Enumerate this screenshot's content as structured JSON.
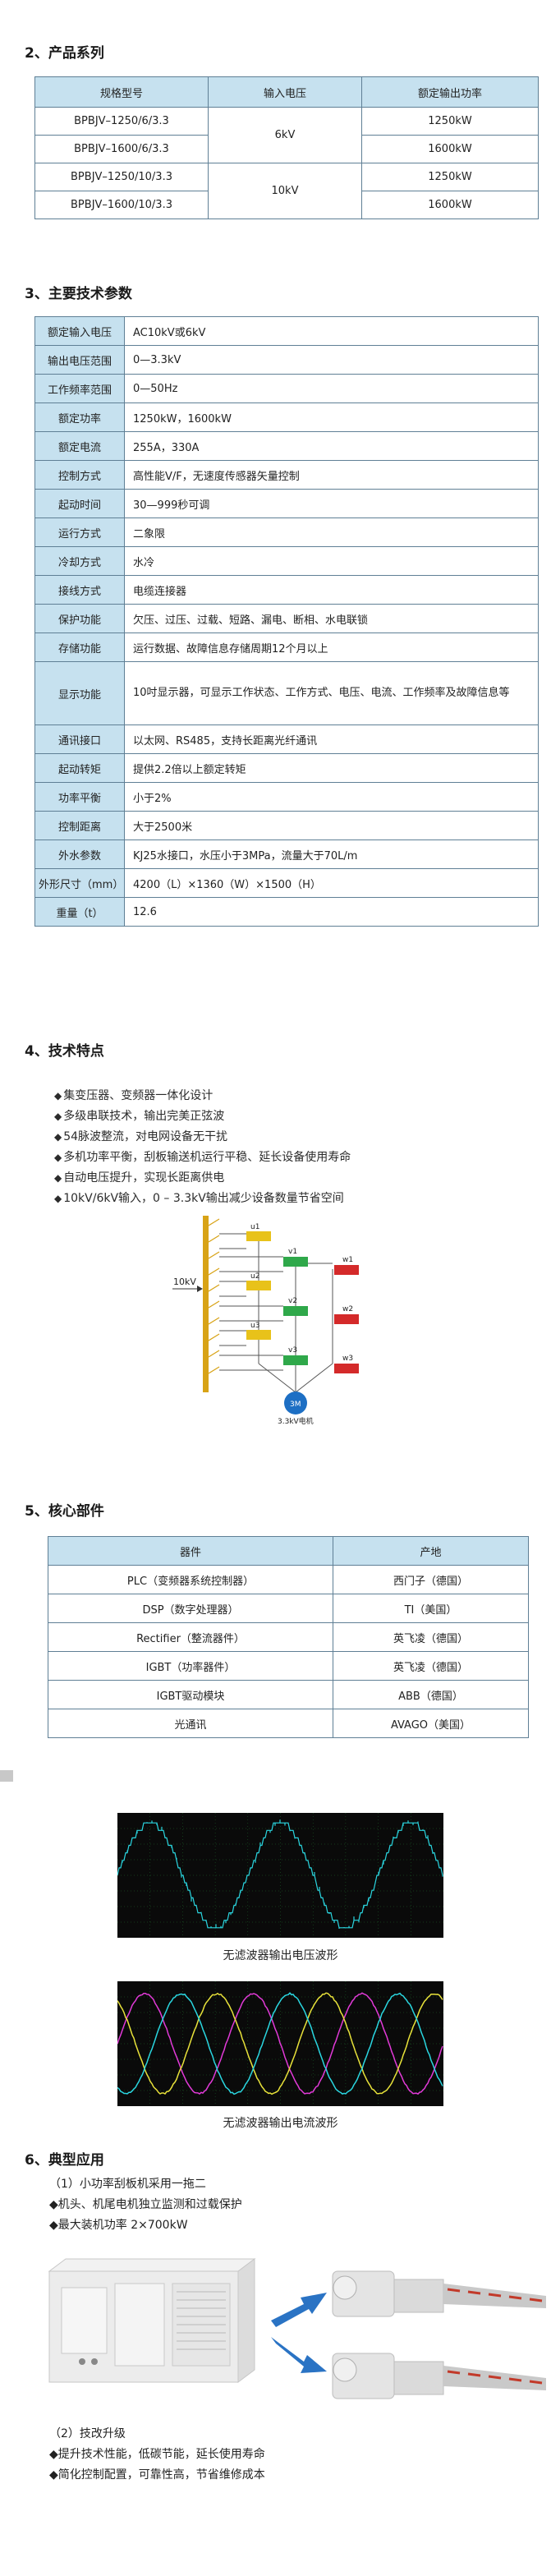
{
  "products": {
    "title": "2、产品系列",
    "headers": [
      "规格型号",
      "输入电压",
      "额定输出功率"
    ],
    "rows": [
      {
        "model": "BPBJV–1250/6/3.3",
        "power": "1250kW"
      },
      {
        "model": "BPBJV–1600/6/3.3",
        "power": "1600kW"
      },
      {
        "model": "BPBJV–1250/10/3.3",
        "power": "1250kW"
      },
      {
        "model": "BPBJV–1600/10/3.3",
        "power": "1600kW"
      }
    ],
    "voltages": [
      "6kV",
      "10kV"
    ]
  },
  "specs": {
    "title": "3、主要技术参数",
    "rows": [
      {
        "label": "额定输入电压",
        "value": "AC10kV或6kV"
      },
      {
        "label": "输出电压范围",
        "value": "0—3.3kV"
      },
      {
        "label": "工作频率范围",
        "value": "0—50Hz"
      },
      {
        "label": "额定功率",
        "value": "1250kW，1600kW"
      },
      {
        "label": "额定电流",
        "value": "255A，330A"
      },
      {
        "label": "控制方式",
        "value": "高性能V/F，无速度传感器矢量控制"
      },
      {
        "label": "起动时间",
        "value": "30—999秒可调"
      },
      {
        "label": "运行方式",
        "value": "二象限"
      },
      {
        "label": "冷却方式",
        "value": "水冷"
      },
      {
        "label": "接线方式",
        "value": "电缆连接器"
      },
      {
        "label": "保护功能",
        "value": "欠压、过压、过载、短路、漏电、断相、水电联锁"
      },
      {
        "label": "存储功能",
        "value": "运行数据、故障信息存储周期12个月以上"
      },
      {
        "label": "显示功能",
        "value": "10吋显示器，可显示工作状态、工作方式、电压、电流、工作频率及故障信息等"
      },
      {
        "label": "通讯接口",
        "value": "以太网、RS485，支持长距离光纤通讯"
      },
      {
        "label": "起动转矩",
        "value": "提供2.2倍以上额定转矩"
      },
      {
        "label": "功率平衡",
        "value": "小于2%"
      },
      {
        "label": "控制距离",
        "value": "大于2500米"
      },
      {
        "label": "外水参数",
        "value": "KJ25水接口，水压小于3MPa，流量大于70L/m"
      },
      {
        "label": "外形尺寸（mm）",
        "value": "4200（L）×1360（W）×1500（H）"
      },
      {
        "label": "重量（t）",
        "value": "12.6"
      }
    ]
  },
  "features": {
    "title": "4、技术特点",
    "items": [
      "集变压器、变频器一体化设计",
      "多级串联技术，输出完美正弦波",
      "54脉波整流，对电网设备无干扰",
      "多机功率平衡，刮板输送机运行平稳、延长设备使用寿命",
      "自动电压提升，实现长距离供电",
      "10kV/6kV输入，0 – 3.3kV输出减少设备数量节省空间"
    ],
    "diagram": {
      "input_label": "10kV",
      "cells": [
        "u1",
        "v1",
        "u2",
        "v2",
        "u3",
        "v3",
        "w1",
        "w2",
        "w3"
      ],
      "motor_label": "3M",
      "motor_caption": "3.3kV电机",
      "colors": {
        "yellow": "#e8c21a",
        "green": "#2fa84a",
        "red": "#d42a2a",
        "motor": "#1d6fc4",
        "bus": "#d8a316"
      }
    }
  },
  "parts": {
    "title": "5、核心部件",
    "headers": [
      "器件",
      "产地"
    ],
    "rows": [
      {
        "device": "PLC（变频器系统控制器）",
        "origin": "西门子（德国）"
      },
      {
        "device": "DSP（数字处理器）",
        "origin": "TI（美国）"
      },
      {
        "device": "Rectifier（整流器件）",
        "origin": "英飞凌（德国）"
      },
      {
        "device": "IGBT（功率器件）",
        "origin": "英飞凌（德国）"
      },
      {
        "device": "IGBT驱动模块",
        "origin": "ABB（德国）"
      },
      {
        "device": "光通讯",
        "origin": "AVAGO（美国）"
      }
    ]
  },
  "waveforms": {
    "voltage_caption": "无滤波器输出电压波形",
    "current_caption": "无滤波器输出电流波形",
    "colors": {
      "cyan": "#2ad6e0",
      "magenta": "#e23ad8",
      "yellow": "#e8e23a",
      "bg": "#0a0a0a",
      "grid": "#1e6b2c"
    }
  },
  "applications": {
    "title": "6、典型应用",
    "case1_title": "（1）小功率刮板机采用一拖二",
    "case1_items": [
      "机头、机尾电机独立监测和过载保护",
      "最大装机功率 2×700kW"
    ],
    "case2_title": "（2）技改升级",
    "case2_items": [
      "提升技术性能，低碳节能，延长使用寿命",
      "简化控制配置，可靠性高，节省维修成本"
    ]
  }
}
